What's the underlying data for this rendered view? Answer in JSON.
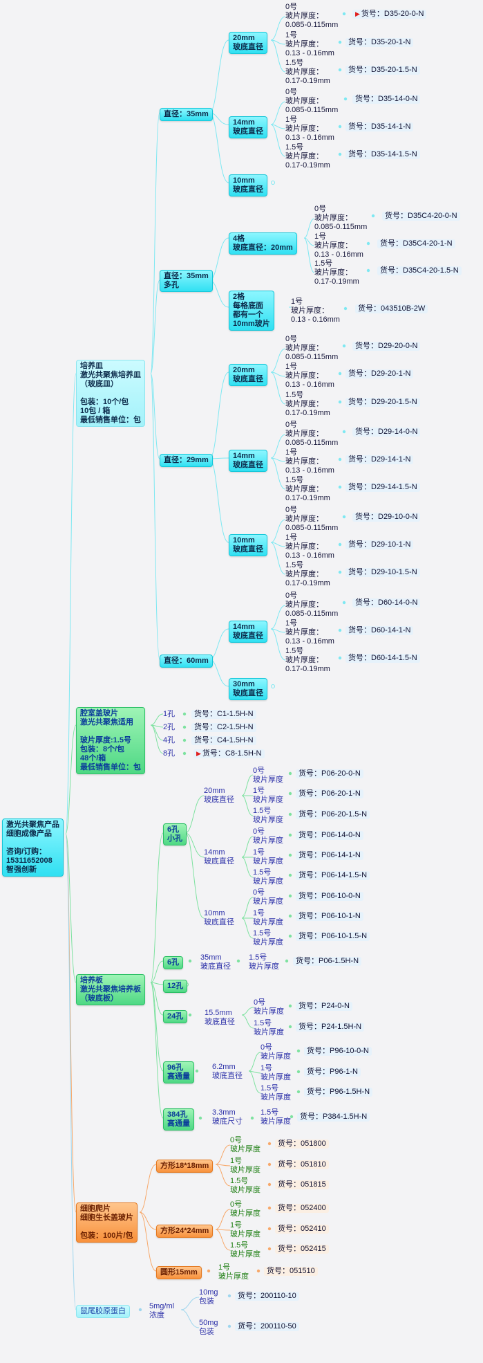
{
  "root": "激光共聚焦产品\n细胞成像产品\n\n咨询/订购：\n15311652008\n智强创新",
  "dish": {
    "label": "培养皿\n激光共聚焦培养皿\n（玻底皿）\n\n包装：10个/包\n10包 / 箱\n最低销售单位：包",
    "d35": "直径：35mm",
    "d35_20": "20mm\n玻底直径",
    "d35_14": "14mm\n玻底直径",
    "d35_10": "10mm\n玻底直径",
    "d35m": "直径：35mm\n多孔",
    "d35m_4": "4格\n玻底直径：20mm",
    "d35m_2": "2格\n每格底面\n都有一个\n10mm玻片",
    "d29": "直径：29mm",
    "d29_20": "20mm\n玻底直径",
    "d29_14": "14mm\n玻底直径",
    "d29_10": "10mm\n玻底直径",
    "d60": "直径：60mm",
    "d60_14": "14mm\n玻底直径",
    "d60_30": "30mm\n玻底直径"
  },
  "thk": {
    "t0": "0号\n玻片厚度：\n0.085-0.115mm",
    "t1": "1号\n玻片厚度：\n0.13 - 0.16mm",
    "t15": "1.5号\n玻片厚度：\n0.17-0.19mm"
  },
  "codes": {
    "D35_20": [
      "货号：D35-20-0-N",
      "货号：D35-20-1-N",
      "货号：D35-20-1.5-N"
    ],
    "D35_14": [
      "货号：D35-14-0-N",
      "货号：D35-14-1-N",
      "货号：D35-14-1.5-N"
    ],
    "D35C4": [
      "货号：D35C4-20-0-N",
      "货号：D35C4-20-1-N",
      "货号：D35C4-20-1.5-N"
    ],
    "D35C2": "货号：043510B-2W",
    "D29_20": [
      "货号：D29-20-0-N",
      "货号：D29-20-1-N",
      "货号：D29-20-1.5-N"
    ],
    "D29_14": [
      "货号：D29-14-0-N",
      "货号：D29-14-1-N",
      "货号：D29-14-1.5-N"
    ],
    "D29_10": [
      "货号：D29-10-0-N",
      "货号：D29-10-1-N",
      "货号：D29-10-1.5-N"
    ],
    "D60_14": [
      "货号：D60-14-0-N",
      "货号：D60-14-1-N",
      "货号：D60-14-1.5-N"
    ]
  },
  "chamber": {
    "label": "腔室盖玻片\n激光共聚焦适用\n\n玻片厚度:1.5号\n包装：8个/包\n48个/箱\n最低销售单位：包",
    "holes": [
      "1孔",
      "2孔",
      "4孔",
      "8孔"
    ],
    "codes": [
      "货号：C1-1.5H-N",
      "货号：C2-1.5H-N",
      "货号：C4-1.5H-N",
      "货号：C8-1.5H-N"
    ]
  },
  "plate": {
    "label": "培养板\n激光共聚焦培养板\n（玻底板）",
    "p6s": "6孔\n小孔",
    "p6s_20": "20mm\n玻底直径",
    "p6s_14": "14mm\n玻底直径",
    "p6s_10": "10mm\n玻底直径",
    "pt0": "0号\n玻片厚度",
    "pt1": "1号\n玻片厚度",
    "pt15": "1.5号\n玻片厚度",
    "P06_20": [
      "货号：P06-20-0-N",
      "货号：P06-20-1-N",
      "货号：P06-20-1.5-N"
    ],
    "P06_14": [
      "货号：P06-14-0-N",
      "货号：P06-14-1-N",
      "货号：P06-14-1.5-N"
    ],
    "P06_10": [
      "货号：P06-10-0-N",
      "货号：P06-10-1-N",
      "货号：P06-10-1.5-N"
    ],
    "p6": "6孔",
    "p6_35": "35mm\n玻底直径",
    "p6_code": "货号：P06-1.5H-N",
    "p12": "12孔",
    "p24": "24孔",
    "p24_155": "15.5mm\n玻底直径",
    "p24_codes": [
      "货号：P24-0-N",
      "货号：P24-1.5H-N"
    ],
    "p96": "96孔\n高通量",
    "p96_62": "6.2mm\n玻底直径",
    "p96_codes": [
      "货号：P96-10-0-N",
      "货号：P96-1-N",
      "货号：P96-1.5H-N"
    ],
    "p384": "384孔\n高通量",
    "p384_33": "3.3mm\n玻底尺寸",
    "p384_code": "货号：P384-1.5H-N"
  },
  "slides": {
    "label": "细胞爬片\n细胞生长盖玻片\n\n包装：100片/包",
    "sq18": "方形18*18mm",
    "sq24": "方形24*24mm",
    "r15": "圆形15mm",
    "sq18_codes": [
      "货号：051800",
      "货号：051810",
      "货号：051815"
    ],
    "sq24_codes": [
      "货号：052400",
      "货号：052410",
      "货号：052415"
    ],
    "r15_code": "货号：051510"
  },
  "collagen": {
    "label": "鼠尾胶原蛋白",
    "conc": "5mg/ml\n浓度",
    "p10": "10mg\n包装",
    "p50": "50mg\n包装",
    "codes": [
      "货号：200110-10",
      "货号：200110-50"
    ]
  }
}
